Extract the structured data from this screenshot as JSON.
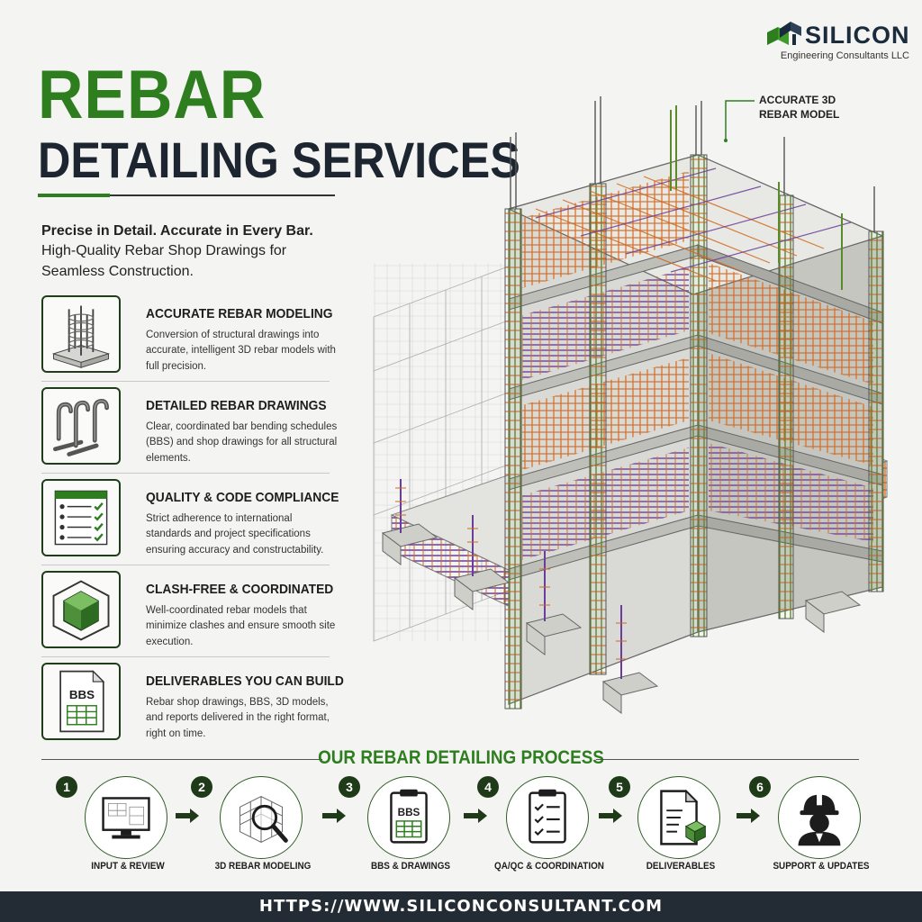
{
  "brand": {
    "name": "SILICON",
    "subtitle": "Engineering Consultants LLC",
    "color_green": "#2e7d1f",
    "color_dark": "#1d2530"
  },
  "hero": {
    "title_line1": "REBAR",
    "title_line2": "DETAILING SERVICES",
    "tagline_bold": "Precise in Detail. Accurate in Every Bar.",
    "tagline_rest": "High-Quality Rebar Shop Drawings for Seamless Construction."
  },
  "model_label": "ACCURATE 3D REBAR MODEL",
  "features": [
    {
      "title": "ACCURATE REBAR MODELING",
      "desc": "Conversion of structural drawings into accurate, intelligent 3D rebar models with full precision.",
      "icon": "rebar-column-icon"
    },
    {
      "title": "DETAILED REBAR DRAWINGS",
      "desc": "Clear, coordinated bar bending schedules (BBS) and shop drawings for all structural elements.",
      "icon": "bent-bar-icon"
    },
    {
      "title": "QUALITY & CODE COMPLIANCE",
      "desc": "Strict adherence to international standards and project specifications ensuring accuracy and constructability.",
      "icon": "checklist-icon"
    },
    {
      "title": "CLASH-FREE & COORDINATED",
      "desc": "Well-coordinated rebar models that minimize clashes and ensure smooth site execution.",
      "icon": "cube-icon"
    },
    {
      "title": "DELIVERABLES YOU CAN BUILD",
      "desc": "Rebar shop drawings, BBS, 3D models, and reports delivered in the right format, right on time.",
      "icon": "bbs-document-icon",
      "icon_text": "BBS"
    }
  ],
  "process": {
    "title": "OUR REBAR DETAILING PROCESS",
    "steps": [
      {
        "num": "1",
        "label": "INPUT & REVIEW",
        "icon": "monitor-icon"
      },
      {
        "num": "2",
        "label": "3D REBAR MODELING",
        "icon": "magnifier-icon"
      },
      {
        "num": "3",
        "label": "BBS & DRAWINGS",
        "icon": "bbs-clipboard-icon",
        "icon_text": "BBS"
      },
      {
        "num": "4",
        "label": "QA/QC & COORDINATION",
        "icon": "clipboard-check-icon"
      },
      {
        "num": "5",
        "label": "DELIVERABLES",
        "icon": "document-box-icon"
      },
      {
        "num": "6",
        "label": "SUPPORT & UPDATES",
        "icon": "engineer-icon"
      }
    ]
  },
  "footer": {
    "url": "HTTPS://WWW.SILICONCONSULTANT.COM"
  }
}
